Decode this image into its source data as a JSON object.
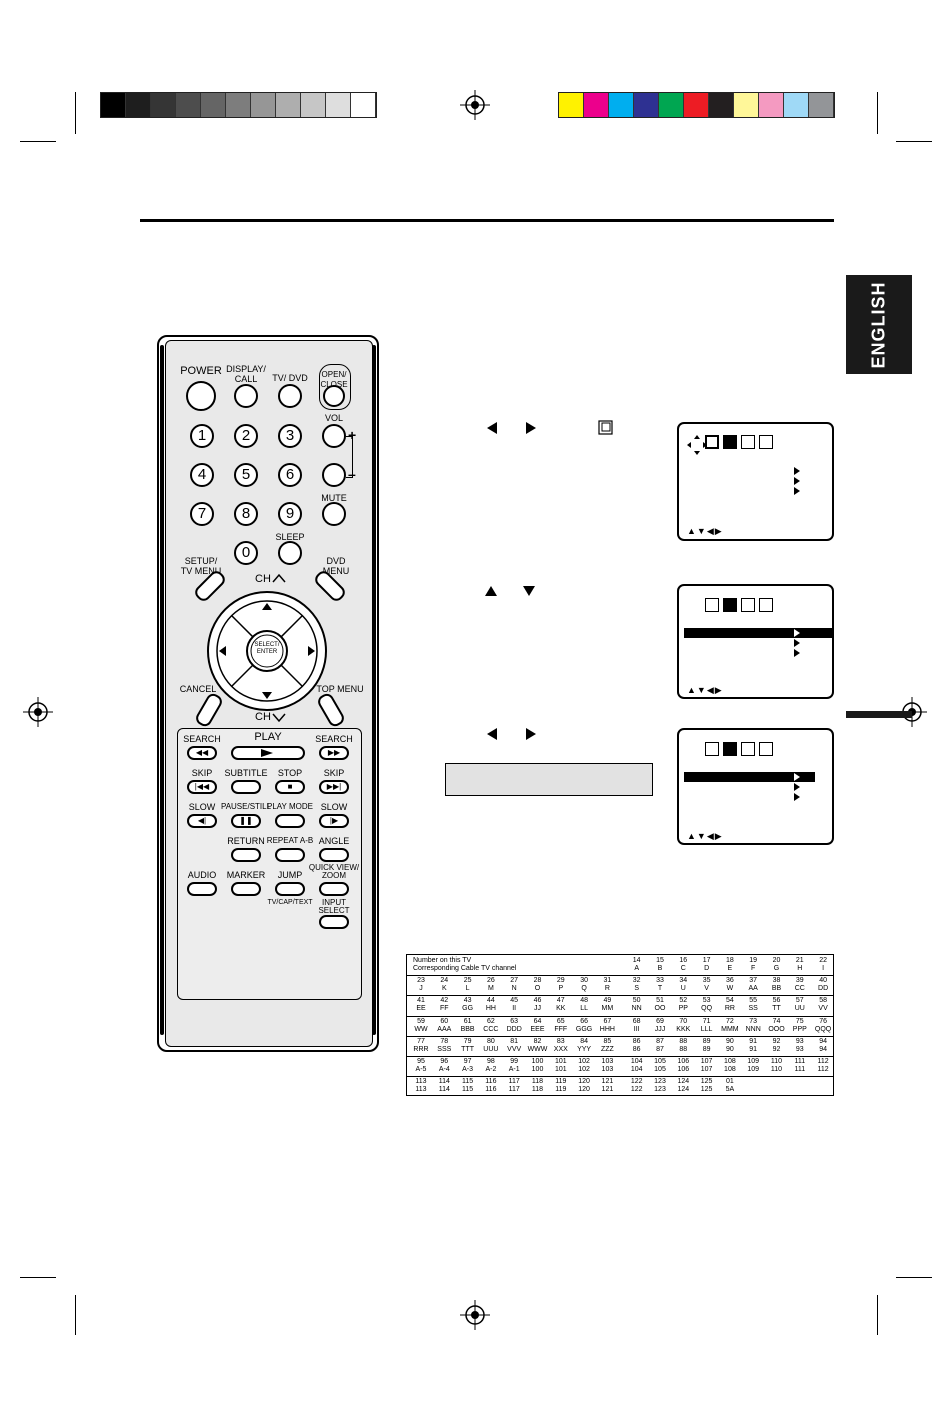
{
  "colors": {
    "gray_bar": [
      "#000000",
      "#1e1e1e",
      "#353535",
      "#4d4d4d",
      "#656565",
      "#7d7d7d",
      "#969696",
      "#aeaeae",
      "#c6c6c6",
      "#dedede",
      "#ffffff"
    ],
    "color_bar": [
      "#fff200",
      "#ec008c",
      "#00aeef",
      "#2e3192",
      "#00a651",
      "#ed1c24",
      "#231f20",
      "#fff799",
      "#f49ac1",
      "#9fd9f6",
      "#939598"
    ]
  },
  "side_tab": {
    "label": "ENGLISH"
  },
  "remote": {
    "power": "POWER",
    "display_call": "DISPLAY/\nCALL",
    "tv_dvd": "TV/ DVD",
    "open_close": "OPEN/\nCLOSE",
    "vol": "VOL",
    "vol_plus": "+",
    "vol_minus": "–",
    "numbers": [
      "1",
      "2",
      "3",
      "4",
      "5",
      "6",
      "7",
      "8",
      "9",
      "0"
    ],
    "mute": "MUTE",
    "sleep": "SLEEP",
    "setup_menu": "SETUP/\nTV MENU",
    "dvd_menu": "DVD\nMENU",
    "ch_up": "CH",
    "ch_down": "CH",
    "select_enter": "SELECT/\nENTER",
    "cancel": "CANCEL",
    "top_menu": "TOP MENU",
    "search_left": "SEARCH",
    "play": "PLAY",
    "search_right": "SEARCH",
    "skip_left": "SKIP",
    "subtitle": "SUBTITLE",
    "stop": "STOP",
    "skip_right": "SKIP",
    "slow_left": "SLOW",
    "pause_still": "PAUSE/STILL",
    "play_mode": "PLAY MODE",
    "slow_right": "SLOW",
    "return": "RETURN",
    "repeat_ab": "REPEAT A-B",
    "angle": "ANGLE",
    "audio": "AUDIO",
    "marker": "MARKER",
    "jump": "JUMP",
    "quick_view": "QUICK VIEW/\nZOOM",
    "tv_cap_text": "TV/CAP/TEXT",
    "input_select": "INPUT\nSELECT"
  },
  "channel_table": {
    "header_labels": [
      "Number on this TV",
      "Corresponding Cable TV channel"
    ],
    "rows": [
      [
        [
          "14",
          "A"
        ],
        [
          "15",
          "B"
        ],
        [
          "16",
          "C"
        ],
        [
          "17",
          "D"
        ],
        [
          "18",
          "E"
        ],
        [
          "19",
          "F"
        ],
        [
          "20",
          "G"
        ],
        [
          "21",
          "H"
        ],
        [
          "22",
          "I"
        ]
      ],
      [
        [
          "23",
          "J"
        ],
        [
          "24",
          "K"
        ],
        [
          "25",
          "L"
        ],
        [
          "26",
          "M"
        ],
        [
          "27",
          "N"
        ],
        [
          "28",
          "O"
        ],
        [
          "29",
          "P"
        ],
        [
          "30",
          "Q"
        ],
        [
          "31",
          "R"
        ],
        [
          "32",
          "S"
        ],
        [
          "33",
          "T"
        ],
        [
          "34",
          "U"
        ],
        [
          "35",
          "V"
        ],
        [
          "36",
          "W"
        ],
        [
          "37",
          "AA"
        ],
        [
          "38",
          "BB"
        ],
        [
          "39",
          "CC"
        ],
        [
          "40",
          "DD"
        ]
      ],
      [
        [
          "41",
          "EE"
        ],
        [
          "42",
          "FF"
        ],
        [
          "43",
          "GG"
        ],
        [
          "44",
          "HH"
        ],
        [
          "45",
          "II"
        ],
        [
          "46",
          "JJ"
        ],
        [
          "47",
          "KK"
        ],
        [
          "48",
          "LL"
        ],
        [
          "49",
          "MM"
        ],
        [
          "50",
          "NN"
        ],
        [
          "51",
          "OO"
        ],
        [
          "52",
          "PP"
        ],
        [
          "53",
          "QQ"
        ],
        [
          "54",
          "RR"
        ],
        [
          "55",
          "SS"
        ],
        [
          "56",
          "TT"
        ],
        [
          "57",
          "UU"
        ],
        [
          "58",
          "VV"
        ]
      ],
      [
        [
          "59",
          "WW"
        ],
        [
          "60",
          "AAA"
        ],
        [
          "61",
          "BBB"
        ],
        [
          "62",
          "CCC"
        ],
        [
          "63",
          "DDD"
        ],
        [
          "64",
          "EEE"
        ],
        [
          "65",
          "FFF"
        ],
        [
          "66",
          "GGG"
        ],
        [
          "67",
          "HHH"
        ],
        [
          "68",
          "III"
        ],
        [
          "69",
          "JJJ"
        ],
        [
          "70",
          "KKK"
        ],
        [
          "71",
          "LLL"
        ],
        [
          "72",
          "MMM"
        ],
        [
          "73",
          "NNN"
        ],
        [
          "74",
          "OOO"
        ],
        [
          "75",
          "PPP"
        ],
        [
          "76",
          "QQQ"
        ]
      ],
      [
        [
          "77",
          "RRR"
        ],
        [
          "78",
          "SSS"
        ],
        [
          "79",
          "TTT"
        ],
        [
          "80",
          "UUU"
        ],
        [
          "81",
          "VVV"
        ],
        [
          "82",
          "WWW"
        ],
        [
          "83",
          "XXX"
        ],
        [
          "84",
          "YYY"
        ],
        [
          "85",
          "ZZZ"
        ],
        [
          "86",
          "86"
        ],
        [
          "87",
          "87"
        ],
        [
          "88",
          "88"
        ],
        [
          "89",
          "89"
        ],
        [
          "90",
          "90"
        ],
        [
          "91",
          "91"
        ],
        [
          "92",
          "92"
        ],
        [
          "93",
          "93"
        ],
        [
          "94",
          "94"
        ]
      ],
      [
        [
          "95",
          "A-5"
        ],
        [
          "96",
          "A-4"
        ],
        [
          "97",
          "A-3"
        ],
        [
          "98",
          "A-2"
        ],
        [
          "99",
          "A-1"
        ],
        [
          "100",
          "100"
        ],
        [
          "101",
          "101"
        ],
        [
          "102",
          "102"
        ],
        [
          "103",
          "103"
        ],
        [
          "104",
          "104"
        ],
        [
          "105",
          "105"
        ],
        [
          "106",
          "106"
        ],
        [
          "107",
          "107"
        ],
        [
          "108",
          "108"
        ],
        [
          "109",
          "109"
        ],
        [
          "110",
          "110"
        ],
        [
          "111",
          "111"
        ],
        [
          "112",
          "112"
        ]
      ],
      [
        [
          "113",
          "113"
        ],
        [
          "114",
          "114"
        ],
        [
          "115",
          "115"
        ],
        [
          "116",
          "116"
        ],
        [
          "117",
          "117"
        ],
        [
          "118",
          "118"
        ],
        [
          "119",
          "119"
        ],
        [
          "120",
          "120"
        ],
        [
          "121",
          "121"
        ],
        [
          "122",
          "122"
        ],
        [
          "123",
          "123"
        ],
        [
          "124",
          "124"
        ],
        [
          "125",
          "125"
        ],
        [
          "01",
          "5A"
        ]
      ]
    ]
  }
}
